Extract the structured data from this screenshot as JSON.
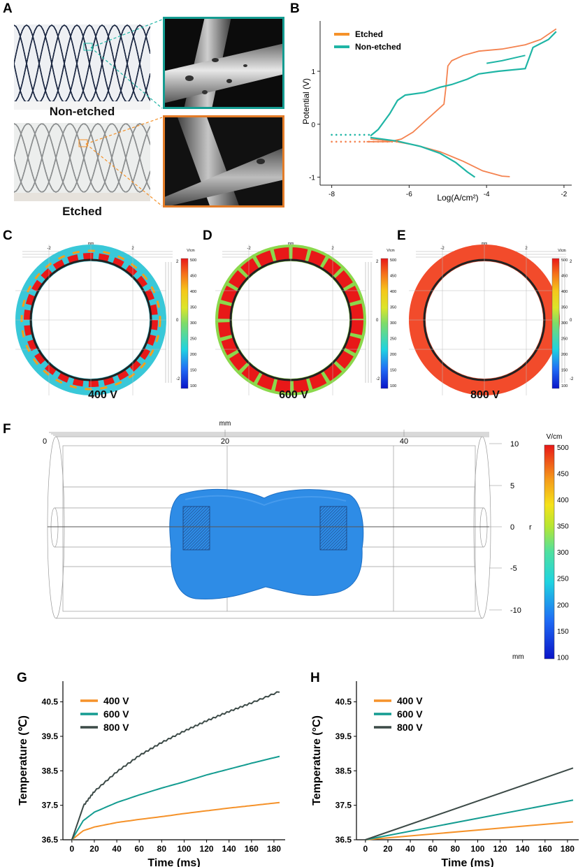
{
  "panels": {
    "A": "A",
    "B": "B",
    "C": "C",
    "D": "D",
    "E": "E",
    "F": "F",
    "G": "G",
    "H": "H"
  },
  "panel_a": {
    "top_label": "Non-etched",
    "bottom_label": "Etched"
  },
  "chart_b": {
    "type": "scatter",
    "xlabel": "Log(A/cm²)",
    "ylabel": "Potential (V)",
    "xlim": [
      -8.3,
      -1.8
    ],
    "ylim": [
      -1.15,
      1.95
    ],
    "xticks": [
      -8,
      -6,
      -4,
      -2
    ],
    "yticks": [
      -1,
      0,
      1
    ],
    "legend": [
      "Etched",
      "Non-etched"
    ],
    "colors": {
      "Etched": "#f4824f",
      "Non-etched": "#1fb5a5",
      "legend_etched": "#f5922a"
    }
  },
  "fields": [
    {
      "voltage": "400 V",
      "unit": "V/cm",
      "level": 200,
      "ring_color": "#39c8d8"
    },
    {
      "voltage": "600 V",
      "unit": "V/cm",
      "level": 330,
      "ring_color": "#8bd84c"
    },
    {
      "voltage": "800 V",
      "unit": "V/cm",
      "level": 480,
      "ring_color": "#f24b2b"
    }
  ],
  "small_colorbar_ticks": [
    "500",
    "450",
    "400",
    "350",
    "300",
    "250",
    "200",
    "150",
    "100"
  ],
  "small_axis": {
    "top": [
      "-2",
      "0",
      "2"
    ],
    "top_unit": "mm",
    "right": [
      "2",
      "0",
      "-2"
    ],
    "right_unit": "mm"
  },
  "panel_f": {
    "unit_top": "mm",
    "x_ticks": [
      "0",
      "20",
      "40"
    ],
    "r_ticks": [
      "10",
      "5",
      "0",
      "-5",
      "-10"
    ],
    "r_label": "r",
    "r_unit": "mm",
    "colorbar_unit": "V/cm",
    "colorbar_ticks": [
      "500",
      "450",
      "400",
      "350",
      "300",
      "250",
      "200",
      "150",
      "100"
    ]
  },
  "chart_data": [
    {
      "type": "line",
      "panel": "G",
      "xlabel": "Time (ms)",
      "ylabel": "Temperature (℃)",
      "xlim": [
        -8,
        190
      ],
      "ylim": [
        36.5,
        41.1
      ],
      "xticks": [
        0,
        20,
        40,
        60,
        80,
        100,
        120,
        140,
        160,
        180
      ],
      "yticks": [
        36.5,
        37.5,
        38.5,
        39.5,
        40.5
      ],
      "x": [
        0,
        10,
        20,
        40,
        60,
        80,
        100,
        120,
        140,
        160,
        185
      ],
      "series": [
        {
          "name": "400 V",
          "color": "#f5922a",
          "values": [
            36.5,
            36.76,
            36.87,
            37.0,
            37.09,
            37.17,
            37.26,
            37.34,
            37.42,
            37.49,
            37.58
          ]
        },
        {
          "name": "600 V",
          "color": "#149c91",
          "values": [
            36.5,
            37.05,
            37.3,
            37.58,
            37.8,
            38.0,
            38.18,
            38.38,
            38.55,
            38.72,
            38.92
          ]
        },
        {
          "name": "800 V",
          "color": "#3c4a47",
          "values": [
            36.5,
            37.45,
            37.88,
            38.45,
            38.92,
            39.3,
            39.63,
            39.93,
            40.2,
            40.45,
            40.78
          ]
        }
      ]
    },
    {
      "type": "line",
      "panel": "H",
      "xlabel": "Time (ms)",
      "ylabel": "Temperature (°C)",
      "xlim": [
        -8,
        190
      ],
      "ylim": [
        36.5,
        41.1
      ],
      "xticks": [
        0,
        20,
        40,
        60,
        80,
        100,
        120,
        140,
        160,
        180
      ],
      "yticks": [
        36.5,
        37.5,
        38.5,
        39.5,
        40.5
      ],
      "x": [
        0,
        185
      ],
      "series": [
        {
          "name": "400 V",
          "color": "#f5922a",
          "values": [
            36.5,
            37.02
          ]
        },
        {
          "name": "600 V",
          "color": "#149c91",
          "values": [
            36.5,
            37.65
          ]
        },
        {
          "name": "800 V",
          "color": "#3c4a47",
          "values": [
            36.5,
            38.58
          ]
        }
      ]
    }
  ]
}
